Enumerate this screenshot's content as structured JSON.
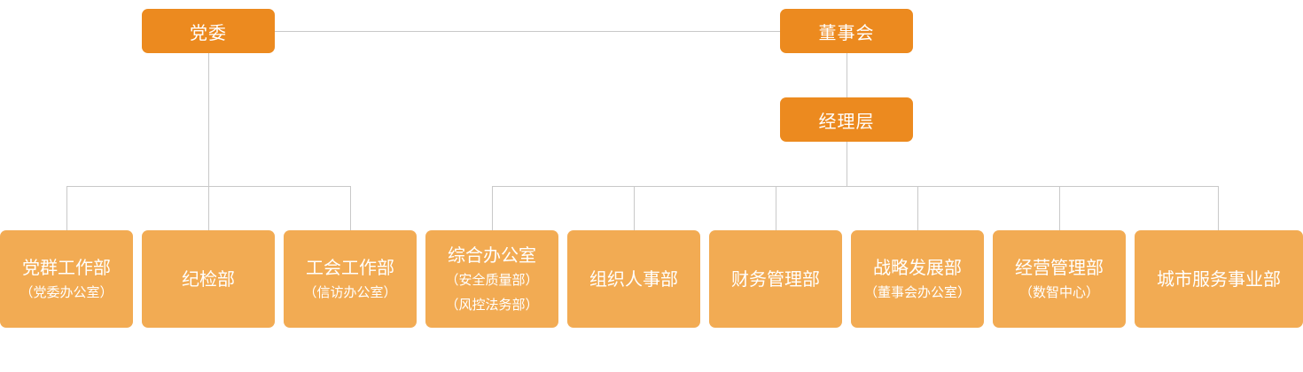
{
  "top": {
    "party_committee": "党委",
    "board": "董事会",
    "management": "经理层"
  },
  "departments": [
    {
      "name": "党群工作部",
      "sub": [
        "（党委办公室）"
      ]
    },
    {
      "name": "纪检部",
      "sub": []
    },
    {
      "name": "工会工作部",
      "sub": [
        "（信访办公室）"
      ]
    },
    {
      "name": "综合办公室",
      "sub": [
        "（安全质量部）",
        "（风控法务部）"
      ]
    },
    {
      "name": "组织人事部",
      "sub": []
    },
    {
      "name": "财务管理部",
      "sub": []
    },
    {
      "name": "战略发展部",
      "sub": [
        "（董事会办公室）"
      ]
    },
    {
      "name": "经营管理部",
      "sub": [
        "（数智中心）"
      ]
    },
    {
      "name": "城市服务事业部",
      "sub": []
    }
  ],
  "colors": {
    "top_box": "#ec8a1f",
    "dept_box": "#f2ab53",
    "connector": "#c9c9c9",
    "text": "#ffffff"
  }
}
